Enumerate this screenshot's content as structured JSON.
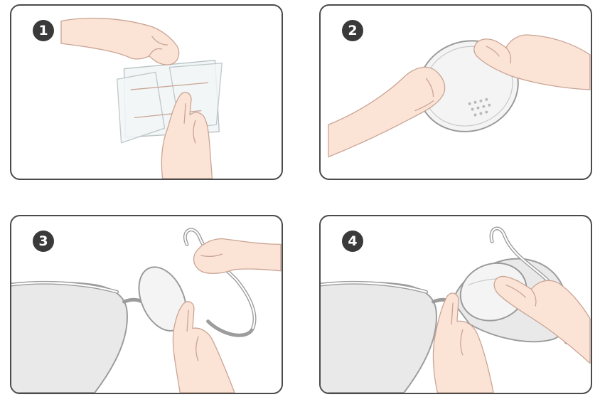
{
  "steps": [
    {
      "number": "1"
    },
    {
      "number": "2"
    },
    {
      "number": "3"
    },
    {
      "number": "4"
    }
  ],
  "colors": {
    "border": "#4a4a4a",
    "badge": "#3a3a3a",
    "skin": "#fbe3d6",
    "outline": "#c9a494",
    "pad": "#f4f4f4",
    "bra": "#e9e9e9"
  },
  "icons": [
    "step-1-badge",
    "step-2-badge",
    "step-3-badge",
    "step-4-badge"
  ]
}
